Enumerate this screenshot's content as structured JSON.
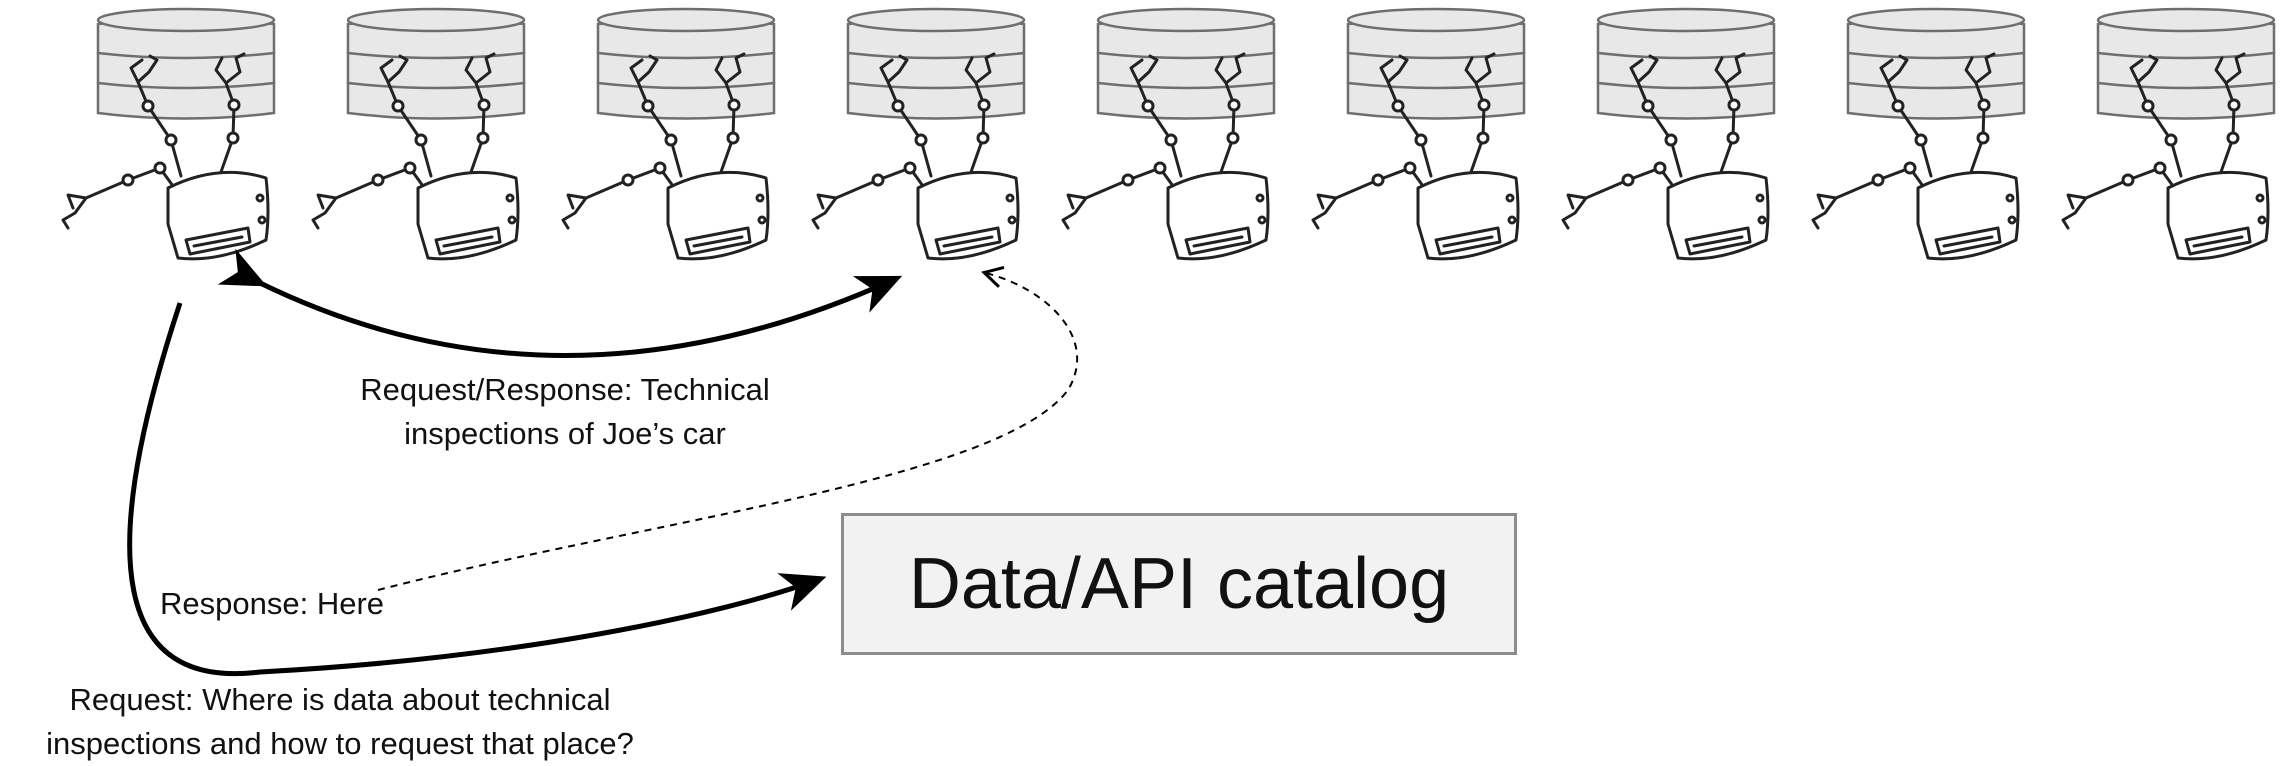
{
  "diagram": {
    "node_count": 9,
    "labels": {
      "request_response_line1": "Request/Response: Technical",
      "request_response_line2": "inspections of Joe’s car",
      "response_here": "Response: Here",
      "request_line1": "Request: Where is data about technical",
      "request_line2": "inspections and how to request that place?"
    },
    "catalog": {
      "label": "Data/API catalog"
    },
    "icons": {
      "node": "database-robot-icon"
    },
    "colors": {
      "line": "#000000",
      "database_fill": "#e8e8e8",
      "database_stroke": "#6e6e6e",
      "catalog_fill": "#f2f2f2",
      "catalog_stroke": "#8c8c8c"
    }
  }
}
